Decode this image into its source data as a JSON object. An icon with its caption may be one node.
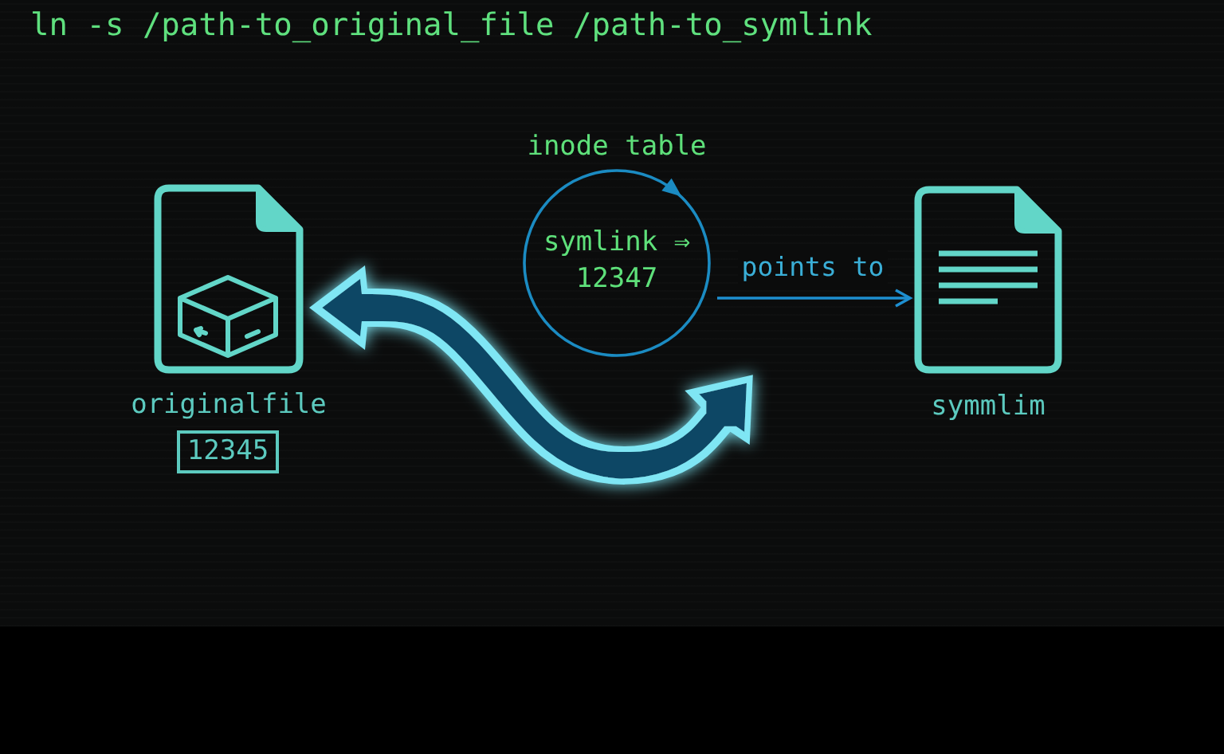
{
  "diagram": {
    "title": "ln -s /path-to_original_file /path-to_symlink",
    "nodes": [
      {
        "text": [
          "originalfile"
        ]
      },
      {
        "text": [
          "12345"
        ]
      },
      {
        "text": [
          "inode table",
          "symlink ⇒ 12347"
        ]
      },
      {
        "text": [
          "symmlim"
        ]
      }
    ],
    "edges": [
      {
        "from": 2,
        "to": 3,
        "arrow": "to",
        "label": "points to"
      },
      {
        "from": 0,
        "to": 2,
        "arrow": "both",
        "style": "thick",
        "color": "#7fe6f4"
      }
    ]
  }
}
